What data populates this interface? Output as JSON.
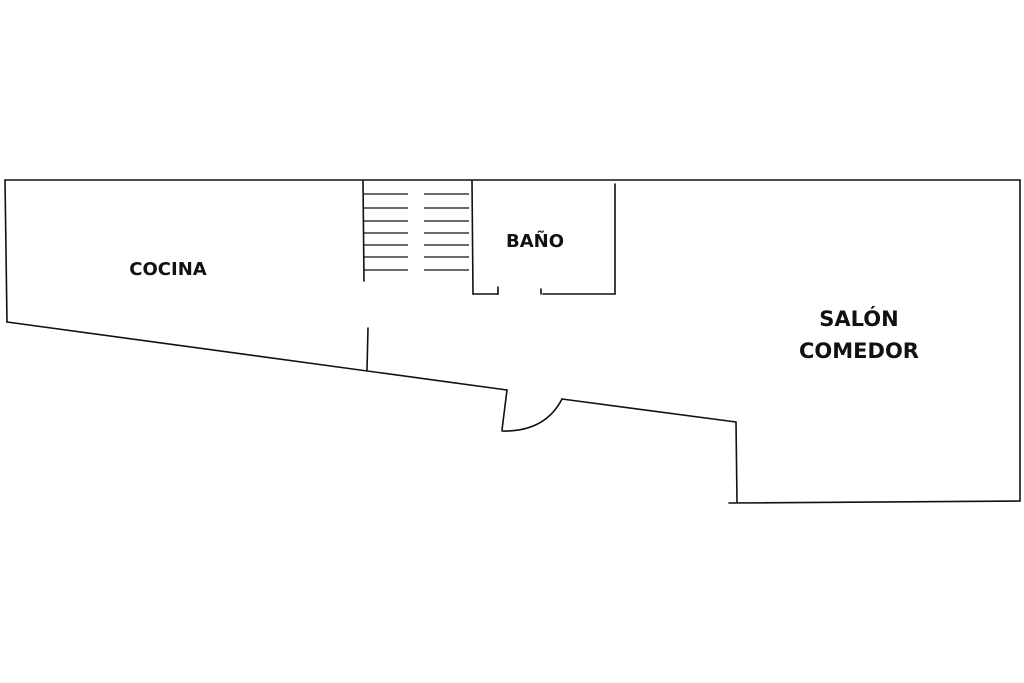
{
  "rooms": {
    "kitchen": "COCINA",
    "bathroom": "BAÑO",
    "living_line1": "SALÓN",
    "living_line2": "COMEDOR"
  },
  "colors": {
    "ink": "#111111",
    "background": "#ffffff"
  }
}
